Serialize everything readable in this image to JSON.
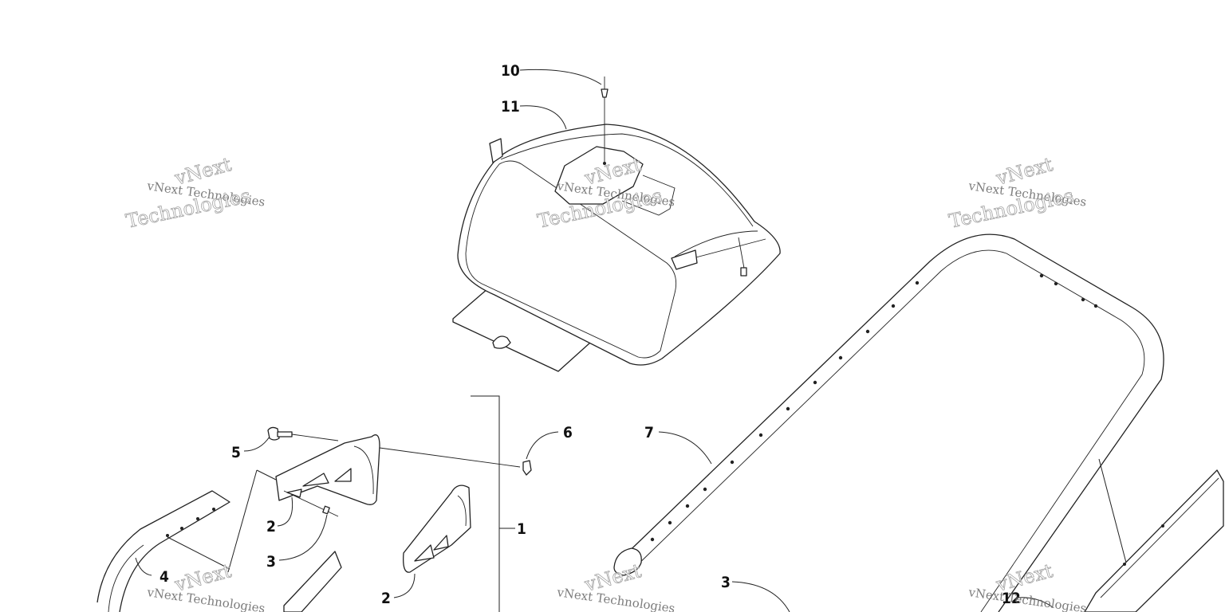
{
  "callouts": {
    "c10": "10",
    "c11": "11",
    "c5": "5",
    "c6": "6",
    "c7": "7",
    "c2a": "2",
    "c3a": "3",
    "c4": "4",
    "c1": "1",
    "c2b": "2",
    "c3b": "3",
    "c12": "12"
  },
  "watermark": {
    "line1": "vNext Technologies",
    "big1": "vNext",
    "big2": "Technologies"
  }
}
